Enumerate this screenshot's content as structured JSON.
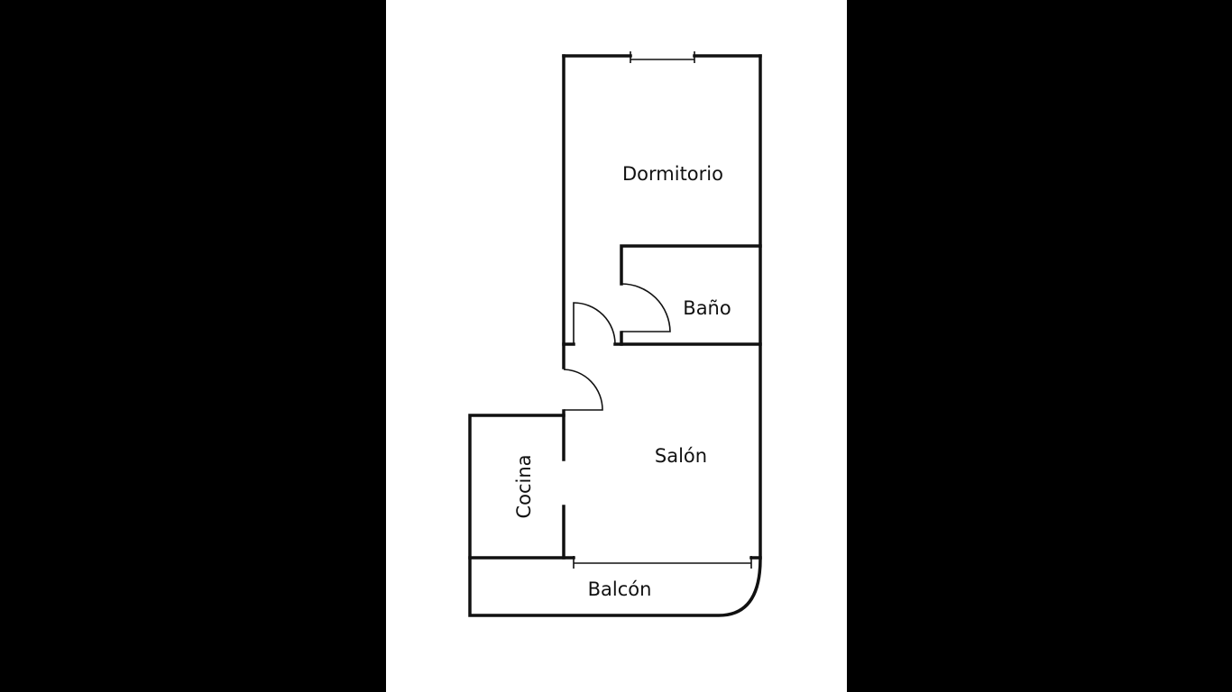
{
  "floorplan": {
    "rooms": {
      "bedroom": "Dormitorio",
      "bathroom": "Baño",
      "living_room": "Salón",
      "kitchen": "Cocina",
      "balcony": "Balcón"
    }
  }
}
